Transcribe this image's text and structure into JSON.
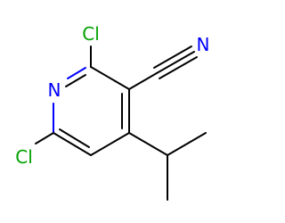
{
  "molecule": {
    "atoms": {
      "cl_top": "Cl",
      "cl_bottom": "Cl",
      "n_ring": "N",
      "n_nitrile": "N"
    },
    "colors": {
      "bond": "#000000",
      "nitrogen": "#0000ff",
      "chlorine": "#00a000",
      "background": "#ffffff"
    }
  }
}
